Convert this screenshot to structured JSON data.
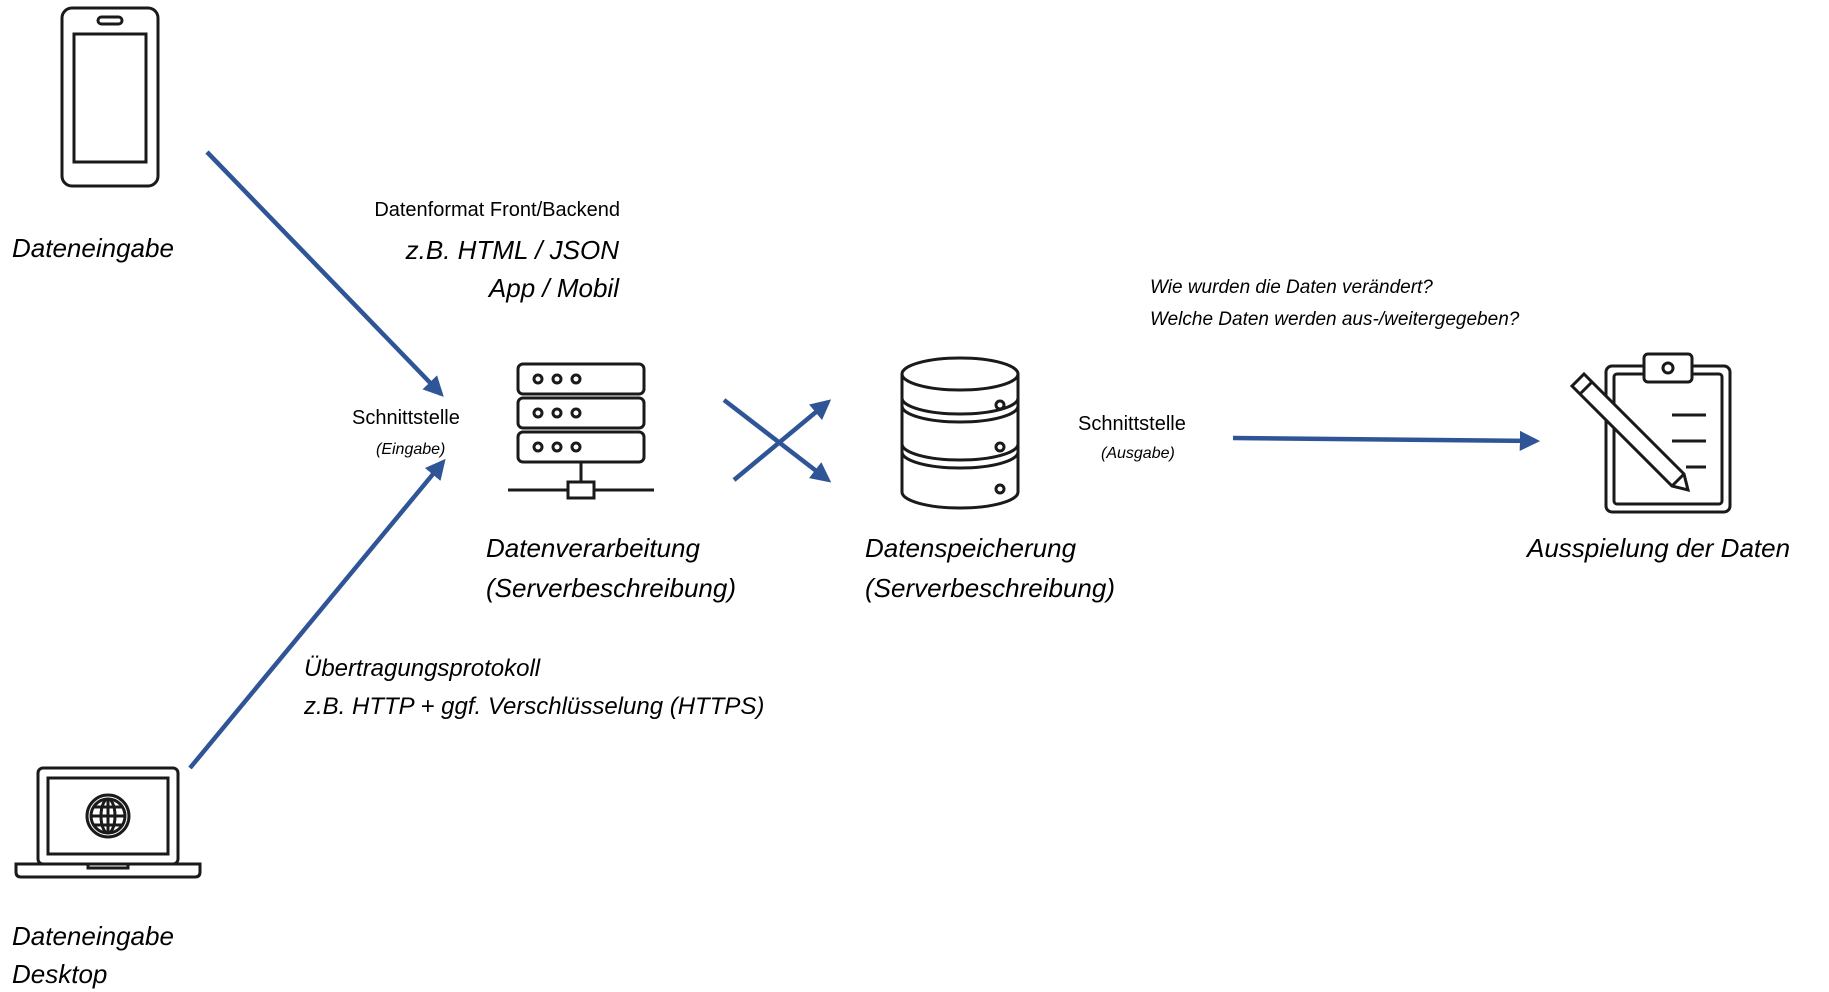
{
  "phone_label": "Dateneingabe",
  "desktop_label_1": "Dateneingabe",
  "desktop_label_2": "Desktop",
  "format": {
    "title": "Datenformat Front/Backend",
    "line1": "z.B. HTML / JSON",
    "line2": "App / Mobil"
  },
  "interface_in": {
    "title": "Schnittstelle",
    "sub": "(Eingabe)"
  },
  "protocol": {
    "title": "Übertragungsprotokoll",
    "line1": "z.B. HTTP + ggf. Verschlüsselung (HTTPS)"
  },
  "processing": {
    "title": "Datenverarbeitung",
    "sub": "(Serverbeschreibung)"
  },
  "storage": {
    "title": "Datenspeicherung",
    "sub": "(Serverbeschreibung)"
  },
  "interface_out": {
    "title": "Schnittstelle",
    "sub": "(Ausgabe)"
  },
  "questions": {
    "q1": "Wie wurden die Daten verändert?",
    "q2": "Welche Daten werden aus-/weitergegeben?"
  },
  "output_label": "Ausspielung der Daten",
  "colors": {
    "arrow": "#2f5597",
    "icon": "#1a1a1a"
  }
}
